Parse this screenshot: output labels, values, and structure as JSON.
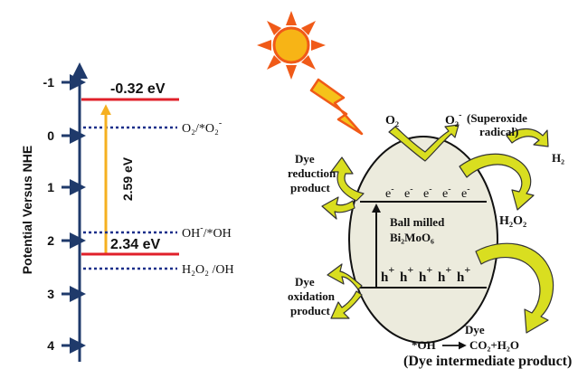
{
  "axis": {
    "label": "Potential Versus NHE",
    "ticks": [
      "-1",
      "0",
      "1",
      "2",
      "3",
      "4"
    ]
  },
  "levels": {
    "cb_value": "-0.32 eV",
    "vb_value": "2.34 eV",
    "gap_value": "2.59 eV",
    "o2_couple_main": "O₂/*O₂",
    "o2_couple_sup": "-",
    "oh_couple_a": "OH",
    "oh_couple_sup": "-",
    "oh_couple_b": "/*OH",
    "h2o2_couple": "H₂O₂ /OH"
  },
  "particle": {
    "name_line1": "Ball milled",
    "name_line2": "Bi₂MoO₆",
    "electron": "e",
    "electron_sup": "-",
    "hole": "h",
    "hole_sup": "+"
  },
  "reactions": {
    "o2": "O₂",
    "o2_radical": "O₂",
    "o2_radical_sup": "-",
    "superoxide_line1": "(Superoxide",
    "superoxide_line2": "radical)",
    "h2": "H₂",
    "h2o2": "H₂O₂",
    "dye_red_1": "Dye",
    "dye_red_2": "reduction",
    "dye_red_3": "product",
    "dye_ox_1": "Dye",
    "dye_ox_2": "oxidation",
    "dye_ox_3": "product",
    "dye_label": "Dye",
    "oh_reactant": "*OH",
    "oh_products": "CO₂+H₂O",
    "intermediate": "(Dye intermediate product)"
  },
  "colors": {
    "axis": "#1f3a6b",
    "band_edge": "#e0202a",
    "dotted_level": "#1a2f8a",
    "gap_arrow": "#f5b020",
    "sun_core": "#f7b416",
    "sun_rays": "#f05a18",
    "bolt": "#f5c21a",
    "curved_arrow": "#d9de20",
    "particle_fill": "#ecebdd"
  }
}
